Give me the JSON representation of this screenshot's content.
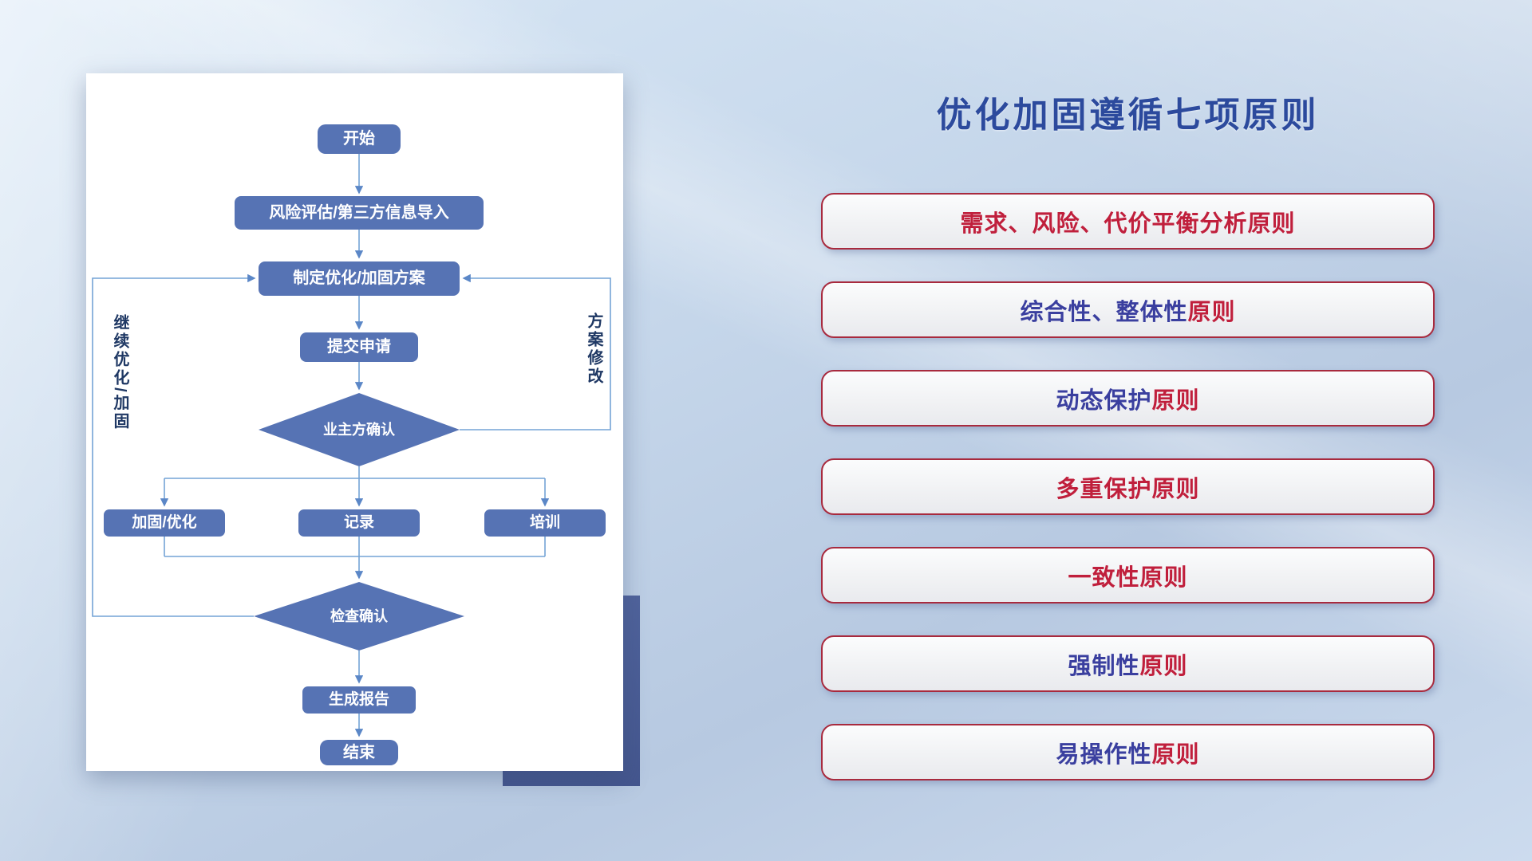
{
  "title": "优化加固遵循七项原则",
  "colors": {
    "node_fill": "#5673b4",
    "connector": "#74a3d6",
    "arrowhead": "#5b87c7",
    "title": "#2c4a9d",
    "principle_border": "#a82a3e",
    "principle_text_red": "#c01f3c",
    "principle_text_blue": "#3a3f9f"
  },
  "flowchart": {
    "nodes": {
      "start": "开始",
      "risk_import": "风险评估/第三方信息导入",
      "make_plan": "制定优化/加固方案",
      "submit": "提交申请",
      "owner_confirm": "业主方确认",
      "reinforce": "加固/优化",
      "record": "记录",
      "training": "培训",
      "check_confirm": "检查确认",
      "report": "生成报告",
      "end": "结束"
    },
    "labels": {
      "continue_loop": "继续优化/加固",
      "modify_loop": "方案修改"
    }
  },
  "principles": [
    {
      "segments": [
        {
          "text": "需求、风险、代价平衡分析原则",
          "color": "#c01f3c"
        }
      ]
    },
    {
      "segments": [
        {
          "text": "综合性、整体性",
          "color": "#3a3f9f"
        },
        {
          "text": "原则",
          "color": "#c01f3c"
        }
      ]
    },
    {
      "segments": [
        {
          "text": "动态保护",
          "color": "#3a3f9f"
        },
        {
          "text": "原则",
          "color": "#c01f3c"
        }
      ]
    },
    {
      "segments": [
        {
          "text": "多重保护原则",
          "color": "#c01f3c"
        }
      ]
    },
    {
      "segments": [
        {
          "text": "一致性原则",
          "color": "#c01f3c"
        }
      ]
    },
    {
      "segments": [
        {
          "text": "强制性",
          "color": "#3a3f9f"
        },
        {
          "text": "原则",
          "color": "#c01f3c"
        }
      ]
    },
    {
      "segments": [
        {
          "text": "易操作性",
          "color": "#3a3f9f"
        },
        {
          "text": "原则",
          "color": "#c01f3c"
        }
      ]
    }
  ]
}
